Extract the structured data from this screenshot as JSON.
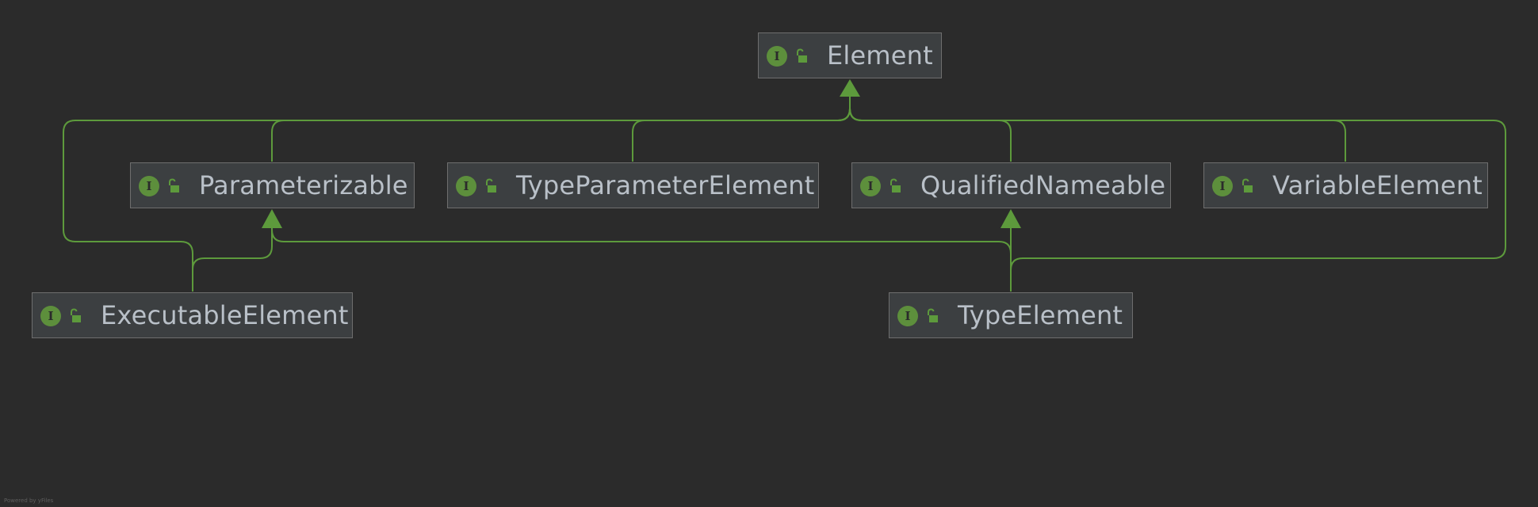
{
  "nodes": {
    "element": {
      "label": "Element",
      "badge": "I"
    },
    "parameterizable": {
      "label": "Parameterizable",
      "badge": "I"
    },
    "type_parameter_element": {
      "label": "TypeParameterElement",
      "badge": "I"
    },
    "qualified_nameable": {
      "label": "QualifiedNameable",
      "badge": "I"
    },
    "variable_element": {
      "label": "VariableElement",
      "badge": "I"
    },
    "executable_element": {
      "label": "ExecutableElement",
      "badge": "I"
    },
    "type_element": {
      "label": "TypeElement",
      "badge": "I"
    }
  },
  "footer": "Powered by yFiles",
  "colors": {
    "background": "#2b2b2b",
    "node_fill": "#3c3f41",
    "node_border": "#6e6e6e",
    "edge": "#5d9a3c",
    "badge": "#5d8f3c",
    "label": "#b9c0c8"
  }
}
